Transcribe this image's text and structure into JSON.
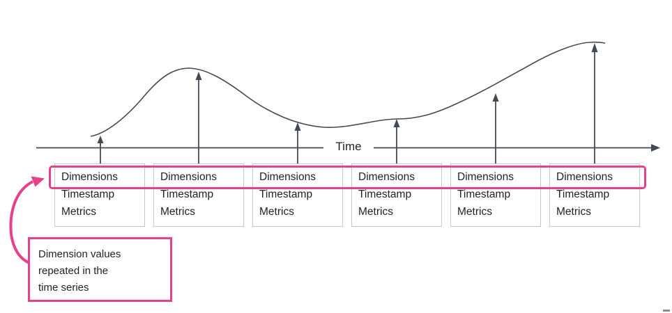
{
  "colors": {
    "accent": "#e8418c",
    "line": "#434a54",
    "box_border": "#c6c8cc",
    "text": "#202227"
  },
  "axis": {
    "label": "Time"
  },
  "boxes": [
    {
      "fields": [
        "Dimensions",
        "Timestamp",
        "Metrics"
      ]
    },
    {
      "fields": [
        "Dimensions",
        "Timestamp",
        "Metrics"
      ]
    },
    {
      "fields": [
        "Dimensions",
        "Timestamp",
        "Metrics"
      ]
    },
    {
      "fields": [
        "Dimensions",
        "Timestamp",
        "Metrics"
      ]
    },
    {
      "fields": [
        "Dimensions",
        "Timestamp",
        "Metrics"
      ]
    },
    {
      "fields": [
        "Dimensions",
        "Timestamp",
        "Metrics"
      ]
    }
  ],
  "callout": {
    "line1": "Dimension values",
    "line2": "repeated in the",
    "line3": "time series"
  }
}
